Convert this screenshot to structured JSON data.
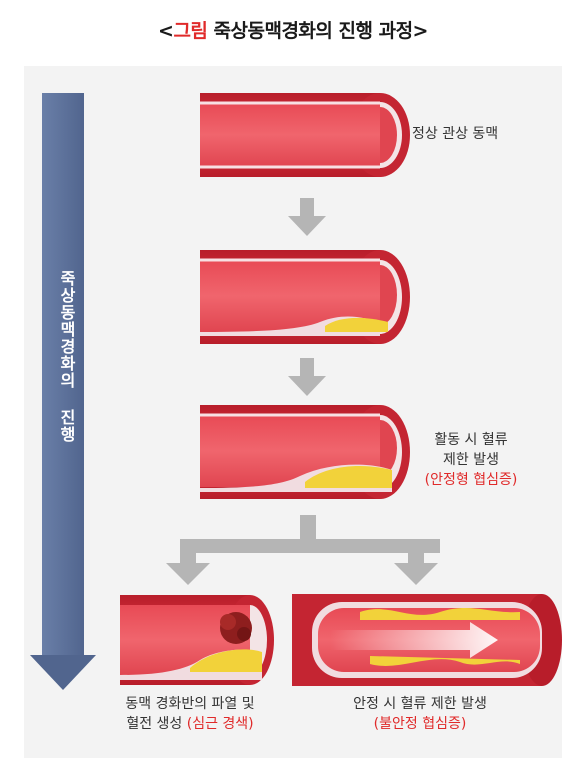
{
  "title": {
    "open": "<",
    "highlight": "그림",
    "rest": " 죽상동맥경화의 진행 과정",
    "close": ">"
  },
  "side_label": "죽상동맥경화의 진행",
  "stages": {
    "normal": {
      "label": "정상 관상 동맥"
    },
    "activity": {
      "line1": "활동 시 혈류",
      "line2": "제한 발생",
      "line3": "(안정형 협심증)"
    },
    "rupture": {
      "line1": "동맥 경화반의 파열 및",
      "line2_plain": "혈전 생성 ",
      "line2_red": "(심근 경색)"
    },
    "resting": {
      "line1": "안정 시 혈류 제한 발생",
      "line2": "(불안정 협심증)"
    }
  },
  "colors": {
    "accent_red": "#e02a2a",
    "arrow_blue": "#5a6f98",
    "arrow_gray": "#b5b5b5",
    "artery_red": "#d02a35",
    "plaque_yellow": "#f2d23a"
  }
}
